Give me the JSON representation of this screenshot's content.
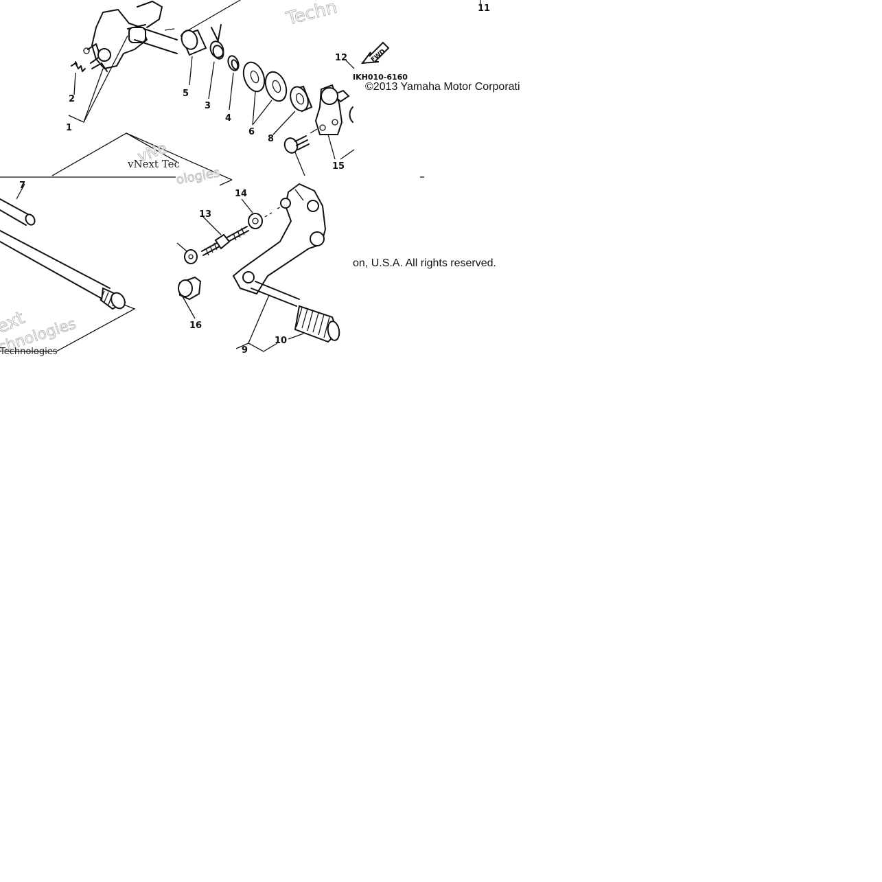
{
  "diagram": {
    "code": "IKH010-6160",
    "copyright_line1": "©2013 Yamaha Motor Corporati",
    "copyright_line2": "on, U.S.A. All rights reserved.",
    "fwd_label": "FWD",
    "watermark_1": "Techn",
    "watermark_2": "vNext Tec",
    "watermark_3": "vNe",
    "watermark_4": "ologies",
    "watermark_5": "ext",
    "watermark_6": "chnologies",
    "watermark_7": "Technologies",
    "callouts": [
      "1",
      "2",
      "3",
      "4",
      "5",
      "6",
      "7",
      "8",
      "9",
      "10",
      "11",
      "12",
      "13",
      "14",
      "15",
      "16"
    ]
  },
  "icons": {
    "fwd_arrow": "fwd-arrow-icon"
  }
}
